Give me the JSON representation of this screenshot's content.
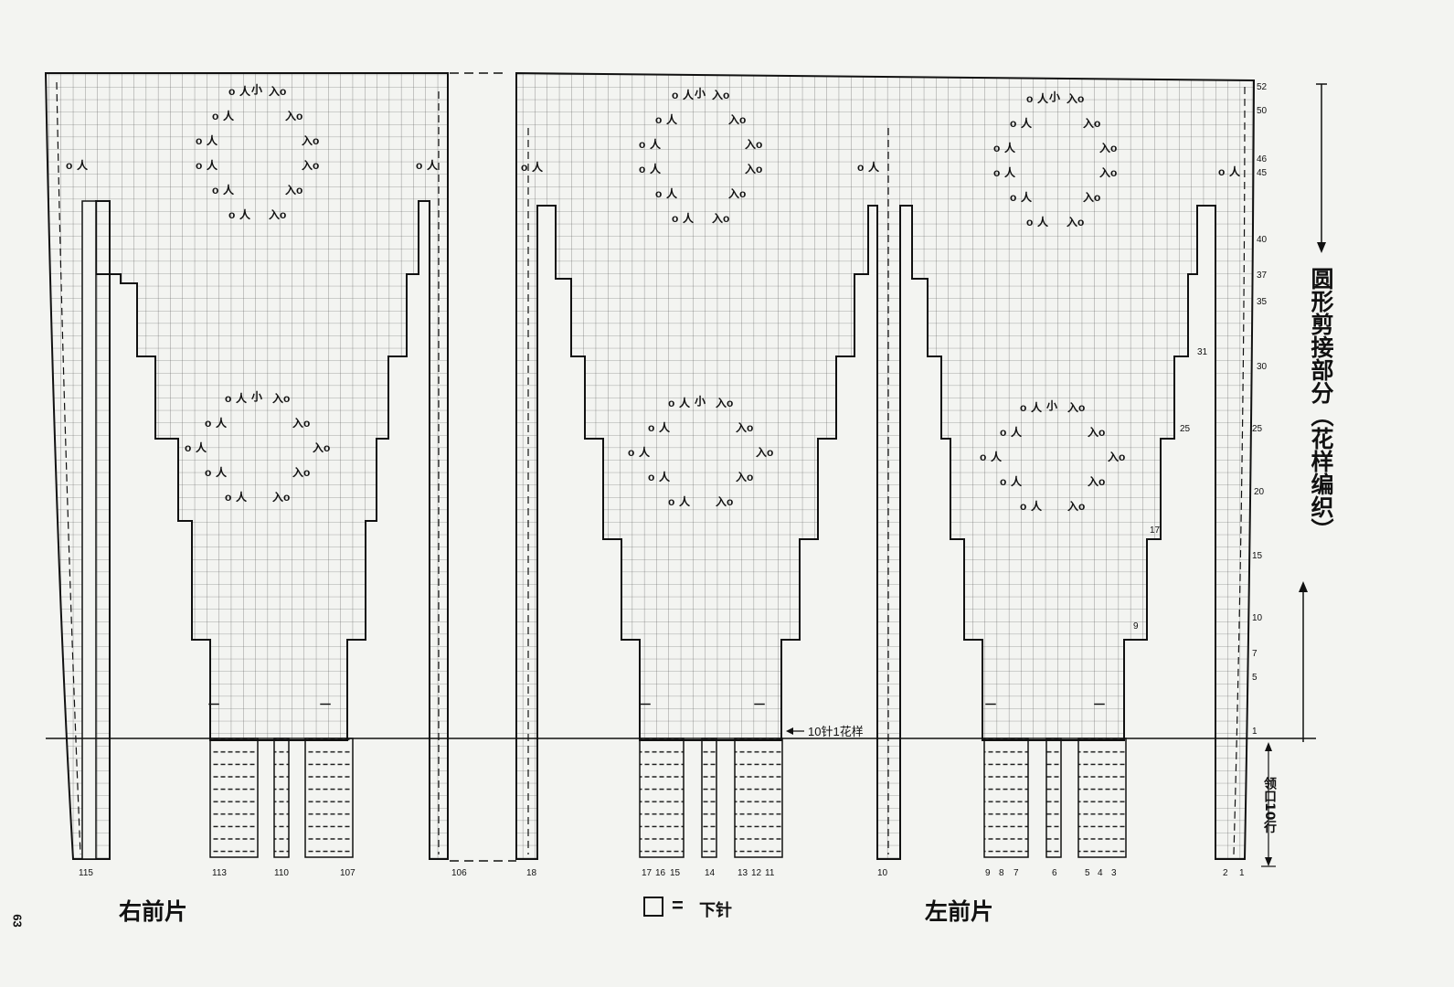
{
  "titles": {
    "right_front": "右前片",
    "left_front": "左前片"
  },
  "legend": {
    "symbol_equals": "=",
    "knit_label": "下针"
  },
  "annotations": {
    "round_graft": "圆形剪接部分",
    "pattern_knit": "（花样编织）",
    "neckline": "领口10行",
    "repeat": "10针1花样"
  },
  "page_number": "63",
  "row_numbers": [
    "52",
    "50",
    "46",
    "45",
    "40",
    "37",
    "35",
    "31",
    "30",
    "25",
    "25",
    "20",
    "17",
    "15",
    "10",
    "9",
    "7",
    "5",
    "1"
  ],
  "right_front_stitch_numbers": [
    "115",
    "113",
    "110",
    "107",
    "106"
  ],
  "left_front_stitch_numbers": [
    "18",
    "17",
    "16",
    "15",
    "14",
    "13",
    "12",
    "11",
    "10",
    "9",
    "8",
    "7",
    "6",
    "5",
    "4",
    "3",
    "2",
    "1"
  ],
  "symbols": {
    "yarn_over": "o",
    "k2tog_right": "入",
    "k2tog_left": "人",
    "center_double": "小",
    "purl": "一"
  },
  "colors": {
    "grid": "#333333",
    "ink": "#111111",
    "paper": "#f3f4f1"
  }
}
